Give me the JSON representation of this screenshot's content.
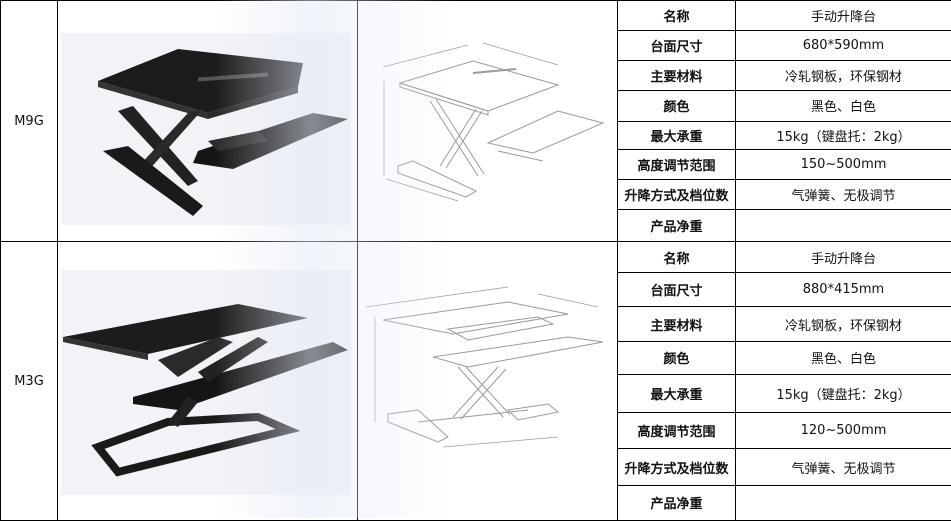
{
  "products": [
    {
      "model": "M9G",
      "specs": [
        {
          "label": "名称",
          "value": "手动升降台"
        },
        {
          "label": "台面尺寸",
          "value": "680*590mm"
        },
        {
          "label": "主要材料",
          "value": "冷轧钢板，环保钢材"
        },
        {
          "label": "颜色",
          "value": "黑色、白色"
        },
        {
          "label": "最大承重",
          "value": "15kg（键盘托：2kg）"
        },
        {
          "label": "高度调节范围",
          "value": "150~500mm"
        },
        {
          "label": "升降方式及档位数",
          "value": "气弹簧、无极调节"
        },
        {
          "label": "产品净重",
          "value": ""
        }
      ]
    },
    {
      "model": "M3G",
      "specs": [
        {
          "label": "名称",
          "value": "手动升降台"
        },
        {
          "label": "台面尺寸",
          "value": "880*415mm"
        },
        {
          "label": "主要材料",
          "value": "冷轧钢板，环保钢材"
        },
        {
          "label": "颜色",
          "value": "黑色、白色"
        },
        {
          "label": "最大承重",
          "value": "15kg（键盘托：2kg）"
        },
        {
          "label": "高度调节范围",
          "value": "120~500mm"
        },
        {
          "label": "升降方式及档位数",
          "value": "气弹簧、无极调节"
        },
        {
          "label": "产品净重",
          "value": ""
        }
      ]
    }
  ]
}
